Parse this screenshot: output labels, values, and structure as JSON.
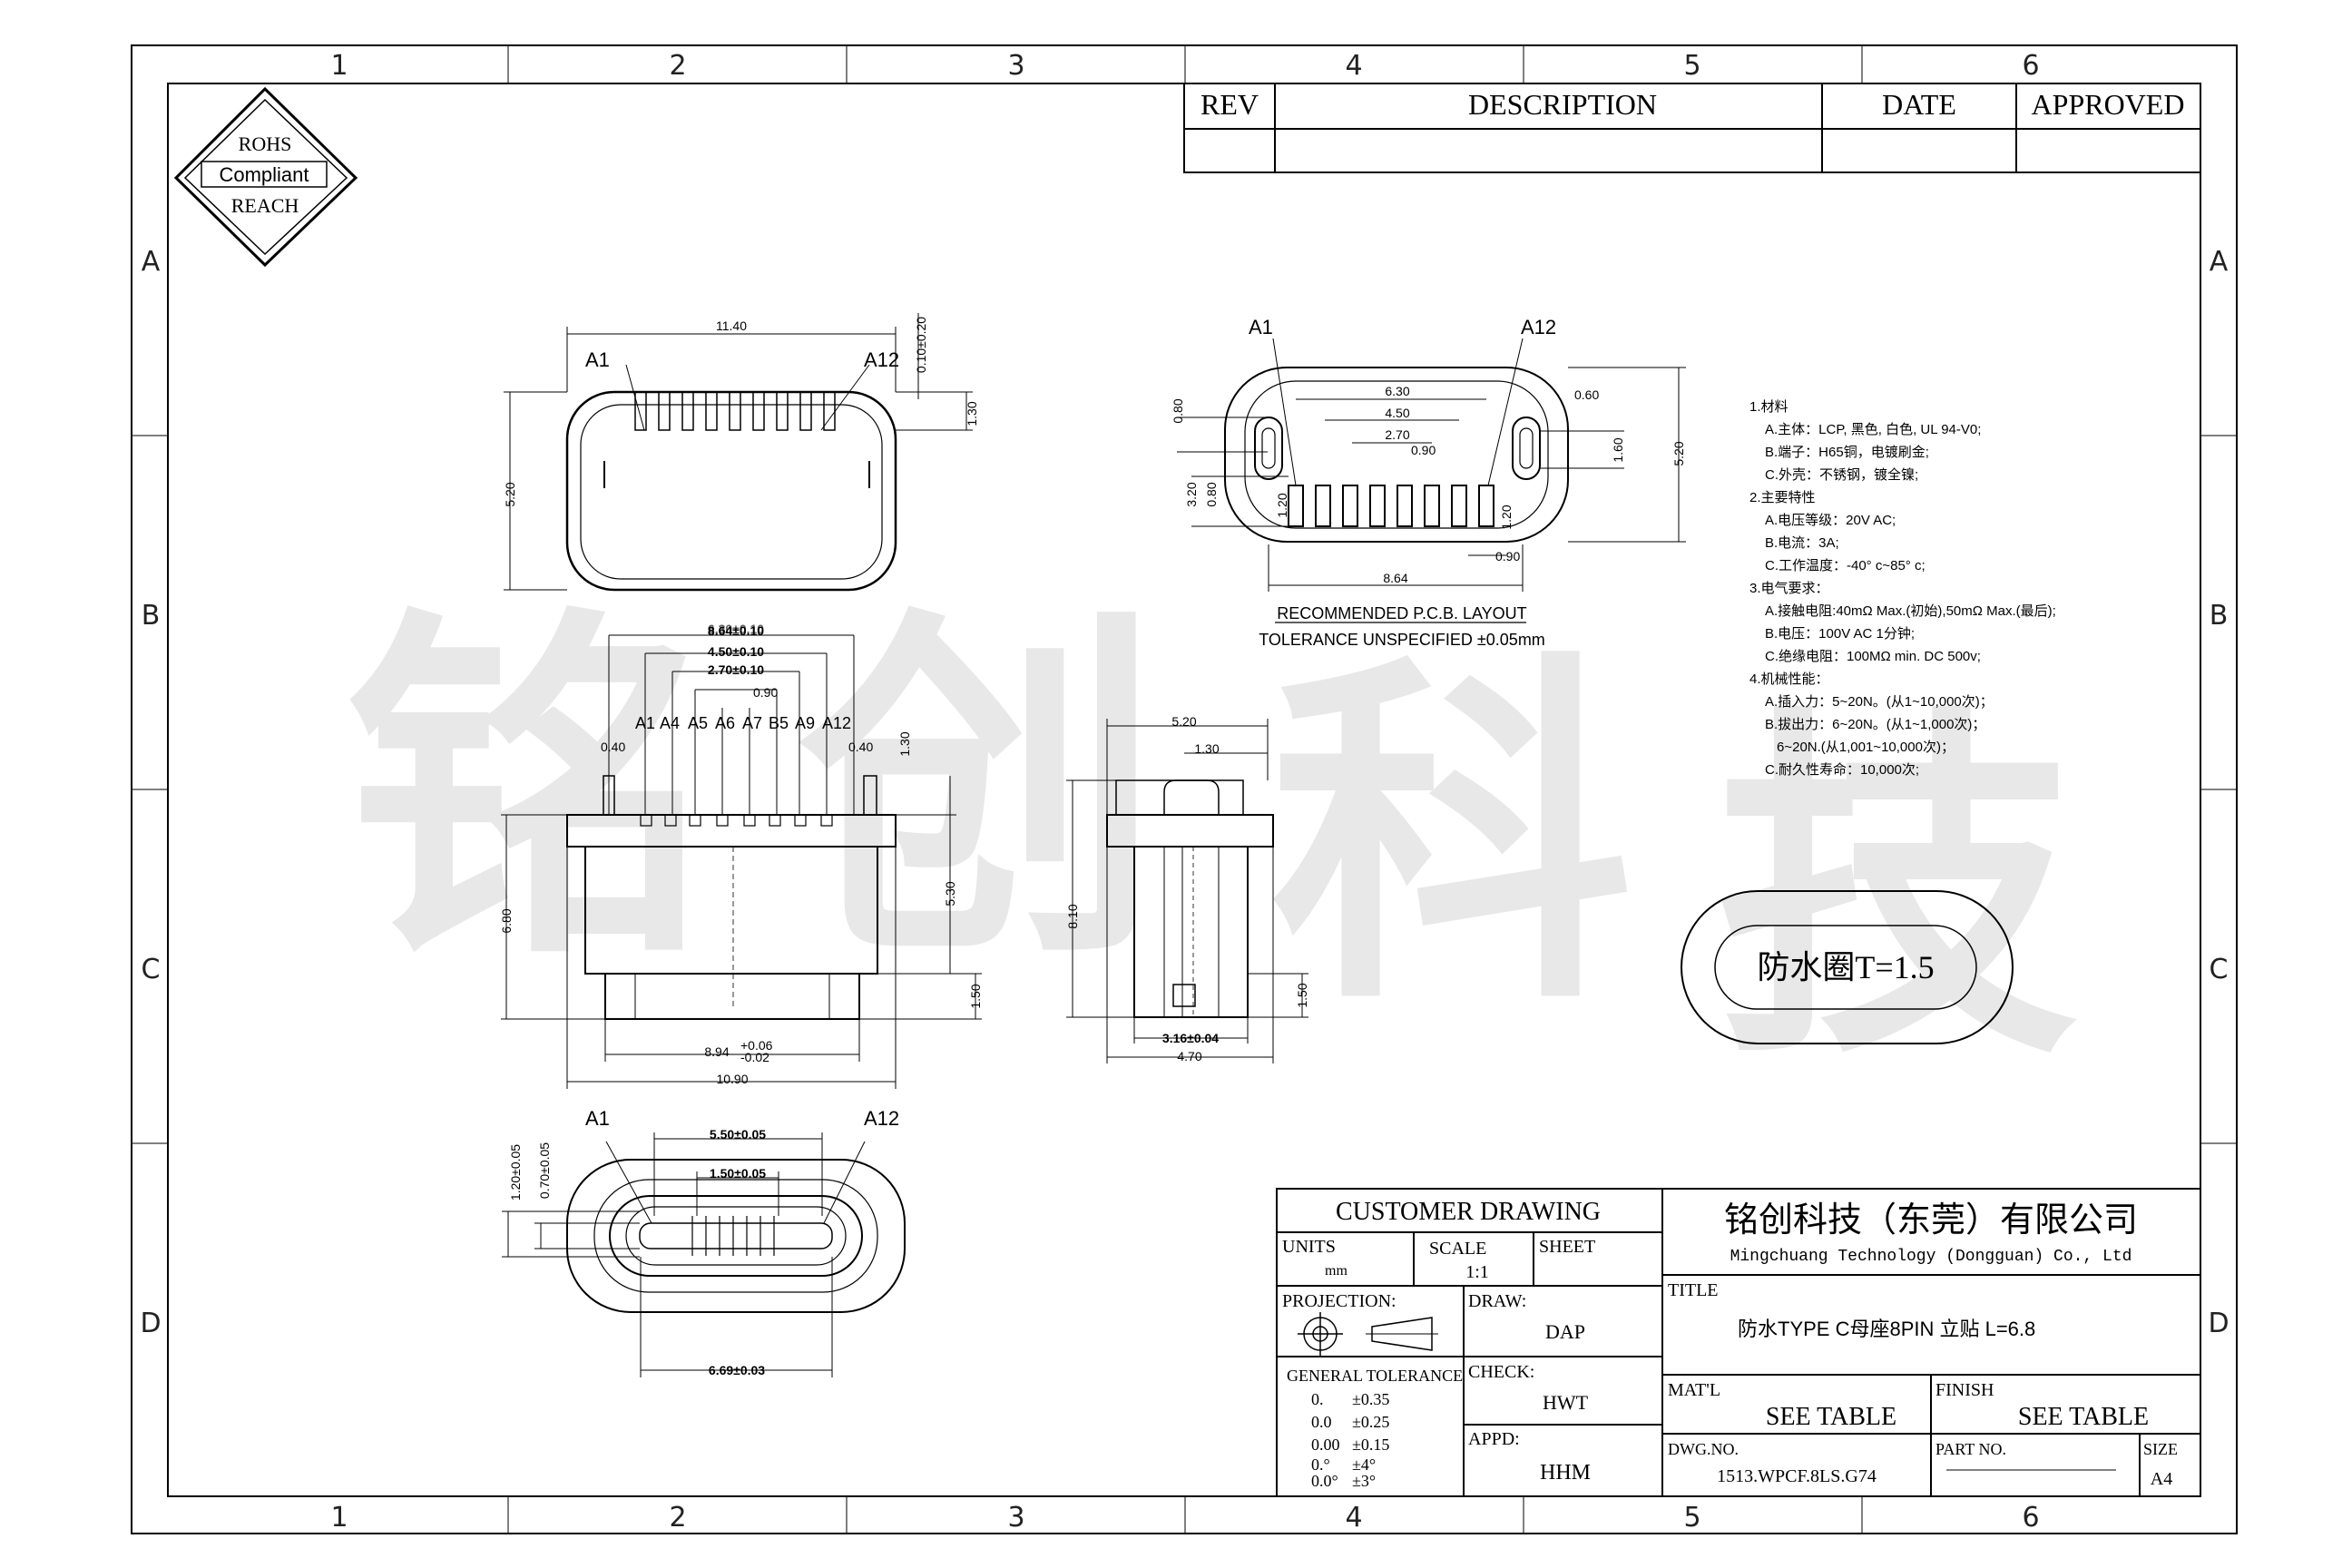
{
  "grid": {
    "cols": [
      "1",
      "2",
      "3",
      "4",
      "5",
      "6"
    ],
    "rows": [
      "A",
      "B",
      "C",
      "D"
    ]
  },
  "rohs": {
    "line1": "ROHS",
    "line2": "Compliant",
    "line3": "REACH"
  },
  "watermark": {
    "chars": [
      "铭",
      "创",
      "科",
      "技"
    ]
  },
  "revision_table": {
    "headers": {
      "rev": "REV",
      "description": "DESCRIPTION",
      "date": "DATE",
      "approved": "APPROVED"
    }
  },
  "view_top": {
    "pin_first": "A1",
    "pin_last": "A12",
    "width": "11.40",
    "height": "5.20",
    "pin_height": "1.30",
    "pin_offset": "0.10±0.20"
  },
  "pcb_layout": {
    "pin_first": "A1",
    "pin_last": "A12",
    "dims": {
      "w1": "6.30",
      "w2": "4.50",
      "w3": "2.70",
      "pitch": "0.90",
      "slot_w": "0.60",
      "slot_h": "1.60",
      "h_total": "5.20",
      "h_left": "0.80",
      "h_left2": "3.20",
      "h_left3": "0.80",
      "pad_h": "1.20",
      "pad_h2": "1.20",
      "pitch2": "0.90",
      "total_w": "8.64"
    },
    "caption1": "RECOMMENDED   P.C.B. LAYOUT",
    "caption2": "TOLERANCE  UNSPECIFIED  ±0.05mm"
  },
  "view_front": {
    "dim_top1": "8.64±0.10",
    "dim_top2": "6.30±0.10",
    "dim_top3": "4.50±0.10",
    "dim_top4": "2.70±0.10",
    "dim_pitch": "0.90",
    "pins": [
      "A1",
      "A4",
      "A5",
      "A6",
      "A7",
      "B5",
      "A9",
      "A12"
    ],
    "dim_side_l": "0.40",
    "dim_side_r": "0.40",
    "dim_r_top": "1.30",
    "dim_r_mid": "5.30",
    "dim_r_bot": "1.50",
    "dim_left": "6.80",
    "dim_bottom1": "8.94",
    "dim_bottom1_tol_plus": "+0.06",
    "dim_bottom1_tol_minus": "-0.02",
    "dim_bottom2": "10.90"
  },
  "view_side": {
    "dim_top1": "5.20",
    "dim_top2": "1.30",
    "dim_left": "8.10",
    "dim_right": "1.50",
    "dim_bottom1": "3.16±0.04",
    "dim_bottom2": "4.70"
  },
  "view_bottom": {
    "pin_first": "A1",
    "pin_last": "A12",
    "dim_top1": "5.50±0.05",
    "dim_top2": "1.50±0.05",
    "dim_left1": "1.20±0.05",
    "dim_left2": "0.70±0.05",
    "dim_bottom": "6.69±0.03"
  },
  "notes": [
    "1.材料",
    "A.主体：LCP, 黑色, 白色, UL 94-V0;",
    "B.端子：H65铜，电镀刷金;",
    "C.外壳：不锈钢，镀全镍;",
    "2.主要特性",
    "A.电压等级：20V AC;",
    "B.电流：3A;",
    "C.工作温度：-40° c~85° c;",
    "3.电气要求：",
    "A.接触电阻:40mΩ Max.(初始),50mΩ Max.(最后);",
    "B.电压：100V AC 1分钟;",
    "C.绝缘电阻：100MΩ min. DC 500v;",
    "4.机械性能：",
    "A.插入力：5~20N。(从1~10,000次)；",
    "B.拔出力：6~20N。(从1~1,000次)；",
    "6~20N.(从1,001~10,000次)；",
    "C.耐久性寿命：10,000次;"
  ],
  "gasket": {
    "label": "防水圈T=1.5"
  },
  "title_block": {
    "heading": "CUSTOMER  DRAWING",
    "units_label": "UNITS",
    "units_value": "mm",
    "scale_label": "SCALE",
    "scale_value": "1:1",
    "sheet_label": "SHEET",
    "projection_label": "PROJECTION:",
    "general_tolerance": "GENERAL  TOLERANCE",
    "tolerances": [
      {
        "format": "0.",
        "tol": "±0.35"
      },
      {
        "format": "0.0",
        "tol": "±0.25"
      },
      {
        "format": "0.00",
        "tol": "±0.15"
      },
      {
        "format": "0.°",
        "tol": "±4°"
      },
      {
        "format": "0.0°",
        "tol": "±3°"
      }
    ],
    "draw_label": "DRAW:",
    "draw_value": "DAP",
    "check_label": "CHECK:",
    "check_value": "HWT",
    "appd_label": "APPD:",
    "appd_value": "HHM",
    "company_cn": "铭创科技（东莞）有限公司",
    "company_en": "Mingchuang Technology (Dongguan) Co., Ltd",
    "title_label": "TITLE",
    "title_value": "防水TYPE C母座8PIN 立贴 L=6.8",
    "material_label": "MAT'L",
    "material_value": "SEE TABLE",
    "finish_label": "FINISH",
    "finish_value": "SEE TABLE",
    "dwg_label": "DWG.NO.",
    "dwg_value": "1513.WPCF.8LS.G74",
    "part_label": "PART NO.",
    "size_label": "SIZE",
    "size_value": "A4"
  }
}
